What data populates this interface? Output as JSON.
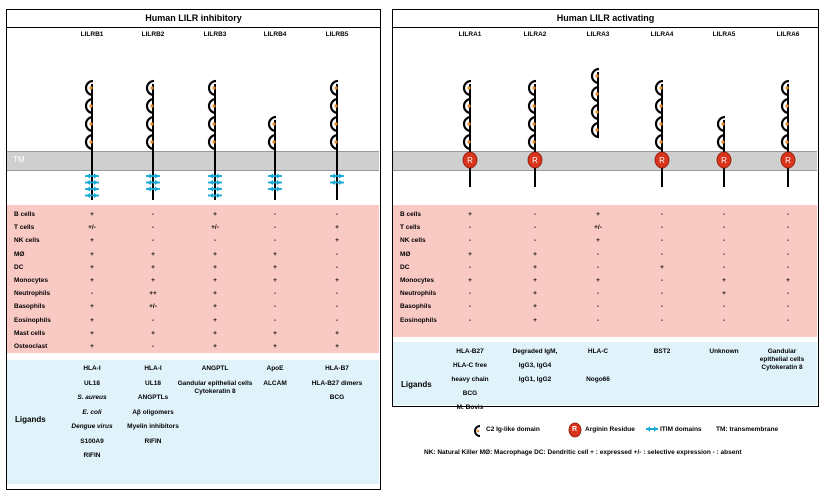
{
  "inhibitory": {
    "title": "Human LILR inhibitory",
    "tm_label": "TM",
    "receptors": [
      {
        "name": "LILRB1",
        "domains": 4,
        "itim": 4
      },
      {
        "name": "LILRB2",
        "domains": 4,
        "itim": 3
      },
      {
        "name": "LILRB3",
        "domains": 4,
        "itim": 4
      },
      {
        "name": "LILRB4",
        "domains": 2,
        "itim": 3
      },
      {
        "name": "LILRB5",
        "domains": 4,
        "itim": 2
      }
    ],
    "cell_types": [
      "B cells",
      "T cells",
      "NK cells",
      "MØ",
      "DC",
      "Monocytes",
      "Neutrophils",
      "Basophils",
      "Eosinophils",
      "Mast cells",
      "Osteoclast"
    ],
    "expression": [
      [
        "+",
        "+/-",
        "+",
        "+",
        "+",
        "+",
        "-",
        "+",
        "+",
        "+",
        "+"
      ],
      [
        "-",
        "-",
        "-",
        "+",
        "+",
        "+",
        "++",
        "+/-",
        "-",
        "+",
        "-"
      ],
      [
        "+",
        "+/-",
        "-",
        "+",
        "+",
        "+",
        "+",
        "+",
        "+",
        "+",
        "+"
      ],
      [
        "-",
        "-",
        "-",
        "+",
        "+",
        "+",
        "-",
        "-",
        "-",
        "+",
        "+"
      ],
      [
        "-",
        "+",
        "+",
        "-",
        "-",
        "+",
        "-",
        "-",
        "-",
        "+",
        "+"
      ]
    ],
    "ligands_label": "Ligands",
    "ligands": [
      [
        "HLA-I",
        "UL18",
        "S. aureus",
        "E. coli",
        "Dengue virus",
        "S100A9",
        "RIFIN"
      ],
      [
        "HLA-I",
        "UL18",
        "ANGPTLs",
        "Aβ oligomers",
        "Myelin inhibitors",
        "RIFIN"
      ],
      [
        "ANGPTL",
        "Gandular epithelial cells Cytokeratin 8"
      ],
      [
        "ApoE",
        "ALCAM"
      ],
      [
        "HLA-B7",
        "HLA-B27 dimers",
        "BCG"
      ]
    ],
    "italic_ligands": [
      "S. aureus",
      "E. coli",
      "Dengue virus"
    ]
  },
  "activating": {
    "title": "Human LILR activating",
    "receptors": [
      {
        "name": "LILRA1",
        "domains": 4,
        "arg": true
      },
      {
        "name": "LILRA2",
        "domains": 4,
        "arg": true
      },
      {
        "name": "LILRA3",
        "domains": 4,
        "arg": false
      },
      {
        "name": "LILRA4",
        "domains": 4,
        "arg": true
      },
      {
        "name": "LILRA5",
        "domains": 2,
        "arg": true
      },
      {
        "name": "LILRA6",
        "domains": 4,
        "arg": true
      }
    ],
    "cell_types": [
      "B cells",
      "T cells",
      "NK cells",
      "MØ",
      "DC",
      "Monocytes",
      "Neutrophils",
      "Basophils",
      "Eosinophils"
    ],
    "expression": [
      [
        "+",
        "-",
        "-",
        "+",
        "-",
        "+",
        "-",
        "-",
        "-"
      ],
      [
        "-",
        "-",
        "-",
        "+",
        "+",
        "+",
        "+",
        "+",
        "+"
      ],
      [
        "+",
        "+/-",
        "+",
        "-",
        "-",
        "+",
        "-",
        "-",
        "-"
      ],
      [
        "-",
        "-",
        "-",
        "-",
        "+",
        "-",
        "-",
        "-",
        "-"
      ],
      [
        "-",
        "-",
        "-",
        "-",
        "-",
        "+",
        "+",
        "-",
        "-"
      ],
      [
        "-",
        "-",
        "-",
        "-",
        "-",
        "+",
        "-",
        "-",
        "-"
      ]
    ],
    "ligands_label": "Ligands",
    "ligands": [
      [
        "HLA-B27",
        "HLA-C free",
        "heavy chain",
        "BCG",
        "M. Bovis"
      ],
      [
        "Degraded IgM,",
        "IgG3, IgG4",
        "IgG1, IgG2"
      ],
      [
        "HLA-C",
        "Nogo66"
      ],
      [
        "BST2"
      ],
      [
        "Unknown"
      ],
      [
        "Gandular epithelial cells Cytokeratin 8"
      ]
    ]
  },
  "legend": {
    "c2": "C2 Ig-like domain",
    "arg_symbol": "R",
    "arg": "Arginin Residue",
    "itim": "ITIM domains",
    "tm": "TM: transmembrane",
    "line2": "NK: Natural Killer  MØ: Macrophage  DC: Dendritic cell  + : expressed  +/- : selective expression  - : absent"
  },
  "colors": {
    "domain": "#e98a2f",
    "itim": "#1aa9d6",
    "arg": "#d9341c",
    "tm": "#cfcfcf",
    "pink": "#f9c9c3",
    "blue": "#e0f3fa"
  }
}
